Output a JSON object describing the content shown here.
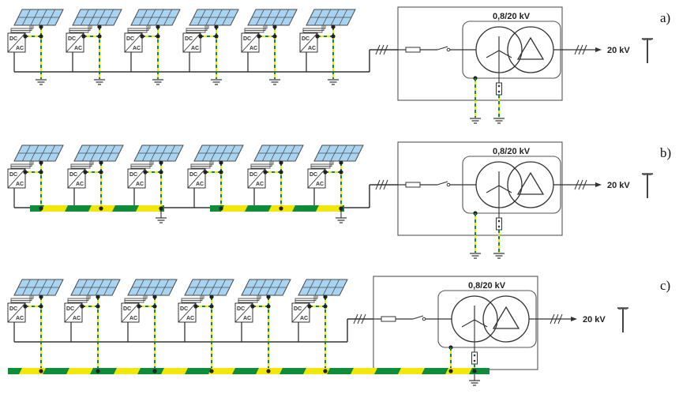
{
  "diagram": {
    "title": "PV plant earthing configurations",
    "colors": {
      "panel_fill": "#a8d4f2",
      "panel_stroke": "#4a4a4a",
      "wire": "#333333",
      "earth_green": "#0e8c3a",
      "earth_yellow": "#f2e60a",
      "box_stroke": "#555555",
      "node": "#222222"
    },
    "inverter": {
      "top_label": "DC",
      "bottom_label": "AC"
    },
    "transformer": {
      "rating_label": "0,8/20 kV",
      "primary_winding": "star",
      "secondary_winding": "delta"
    },
    "grid": {
      "voltage_label": "20 kV",
      "symbol": "overhead-line-pole"
    },
    "variants": [
      {
        "id": "a",
        "label": "a)",
        "description": "Each PV unit earthed individually, transformer earthed separately",
        "pv_units": 6,
        "earthing": "individual",
        "rails": []
      },
      {
        "id": "b",
        "label": "b)",
        "description": "Two groups of PV units on separate earth rails, transformer earthed separately",
        "pv_units": 6,
        "earthing": "group-rails",
        "rails": [
          {
            "units": [
              1,
              2,
              3
            ]
          },
          {
            "units": [
              4,
              5,
              6
            ]
          }
        ]
      },
      {
        "id": "c",
        "label": "c)",
        "description": "All PV units and transformer bonded to one common earth rail",
        "pv_units": 6,
        "earthing": "common-rail",
        "rails": [
          {
            "units": [
              1,
              2,
              3,
              4,
              5,
              6
            ],
            "includes_transformer": true
          }
        ]
      }
    ]
  }
}
